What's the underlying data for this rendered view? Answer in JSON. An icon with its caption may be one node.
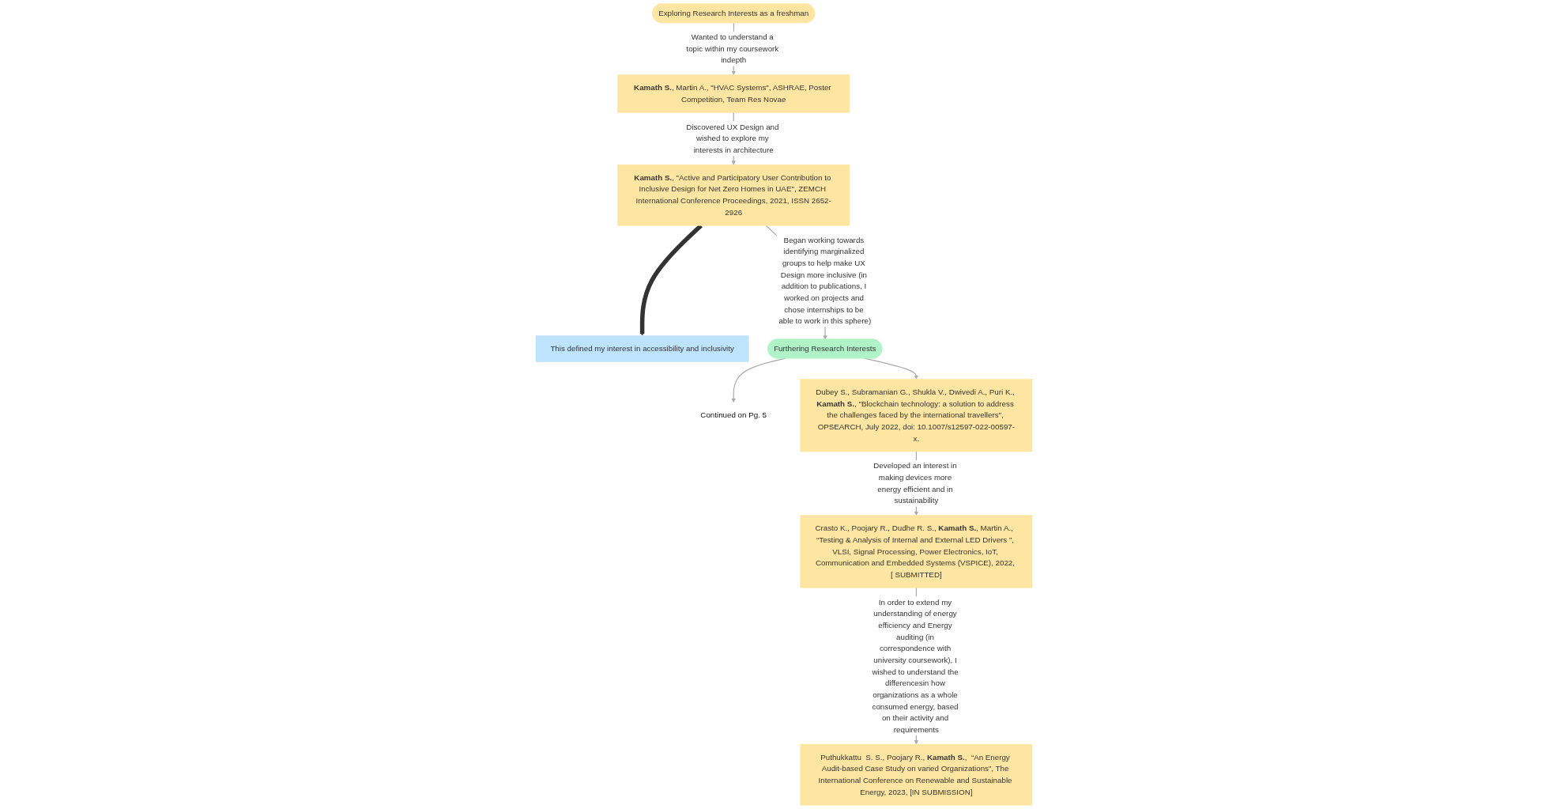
{
  "diagram": {
    "nodes": [
      {
        "text": [
          "Exploring Research Interests as a freshman"
        ]
      },
      {
        "text": [
          "**Kamath S.**, Martin A., \"HVAC Systems\", ASHRAE, Poster Competition, Team Res Novae"
        ]
      },
      {
        "text": [
          "**Kamath S.**, \"Active and Participatory User Contribution to Inclusive Design for Net Zero Homes in UAE\", ZEMCH International Conference Proceedings, 2021, ISSN 2652-2926"
        ]
      },
      {
        "text": [
          "This defined my interest in accessibility and  inclusivity"
        ]
      },
      {
        "text": [
          "Furthering Research Interests"
        ]
      },
      {
        "text": [
          "Continued on Pg. 5"
        ]
      },
      {
        "text": [
          "Dubey S., Subramanian G., Shukla V., Dwivedi A., Puri K., **Kamath S.**, \"Blockchain technology: a solution to address the challenges faced by the international travellers\", OPSEARCH, July 2022, doi: 10.1007/s12597-022-00597-x."
        ]
      },
      {
        "text": [
          "Crasto K., Poojary R., Dudhe R. S., **Kamath S.**, Martin A.,  “Testing & Analysis of Internal and External LED Drivers ”, VLSI, Signal Processing, Power Electronics, IoT, Communication and Embedded Systems (VSPICE), 2022, [ SUBMITTED]"
        ]
      },
      {
        "text": [
          "Puthukkattu  S. S., Poojary R., **Kamath S.**,  “An Energy Audit-based Case Study on varied Organizations”, The International Conference on Renewable and Sustainable Energy, 2023, [IN SUBMISSION]"
        ]
      }
    ],
    "edges": [
      {
        "from": 0,
        "to": 1,
        "arrow": "to",
        "label": "Wanted to understand a topic within my coursework indepth"
      },
      {
        "from": 1,
        "to": 2,
        "arrow": "to",
        "label": "Discovered UX Design and wished to explore my interests in architecture"
      },
      {
        "from": 2,
        "to": 3,
        "arrow": "to",
        "style": "thick",
        "color": "#333333"
      },
      {
        "from": 2,
        "to": 4,
        "arrow": "to",
        "label": "Began working towards identifying marginalized groups to help make UX Design more inclusive (in addition to publications, I worked on projects and chose internships to be able to work in this sphere)"
      },
      {
        "from": 4,
        "to": 5,
        "arrow": "to"
      },
      {
        "from": 4,
        "to": 6,
        "arrow": "to"
      },
      {
        "from": 6,
        "to": 7,
        "arrow": "to",
        "label": "Developed an interest in making devices more energy efficient and in sustainability"
      },
      {
        "from": 7,
        "to": 8,
        "arrow": "to",
        "label": "In order to extend my understanding of energy efficiency and Energy auditing (in correspondence with university coursework), I wished to understand the differencesin how organizations as a whole consumed energy, based on their activity and requirements"
      }
    ]
  }
}
